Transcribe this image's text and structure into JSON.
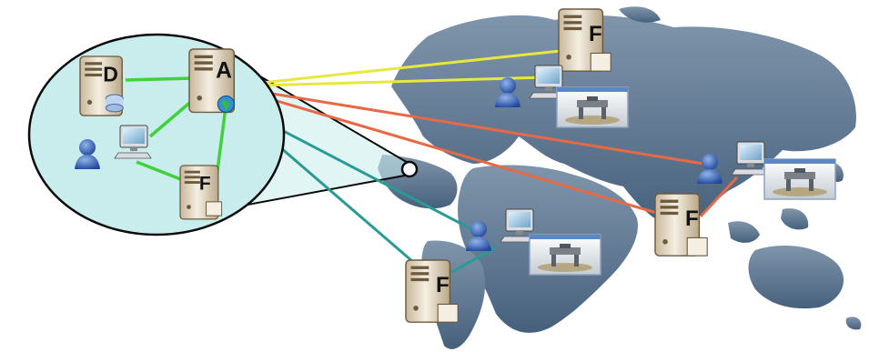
{
  "diagram": {
    "local_site": {
      "servers": [
        {
          "id": "server-a",
          "label": "A"
        },
        {
          "id": "server-d",
          "label": "D"
        },
        {
          "id": "server-f-local",
          "label": "F"
        }
      ]
    },
    "remote_sites": [
      {
        "id": "remote-north",
        "server_label": "F"
      },
      {
        "id": "remote-east",
        "server_label": "F"
      },
      {
        "id": "remote-south",
        "server_label": "F"
      }
    ],
    "colors": {
      "local_link": "#3fd23b",
      "link_north": "#e8e83a",
      "link_east": "#e66a45",
      "link_south": "#2a9a95",
      "lens_fill": "#c9ecec",
      "map_land": "#5f7891"
    }
  }
}
